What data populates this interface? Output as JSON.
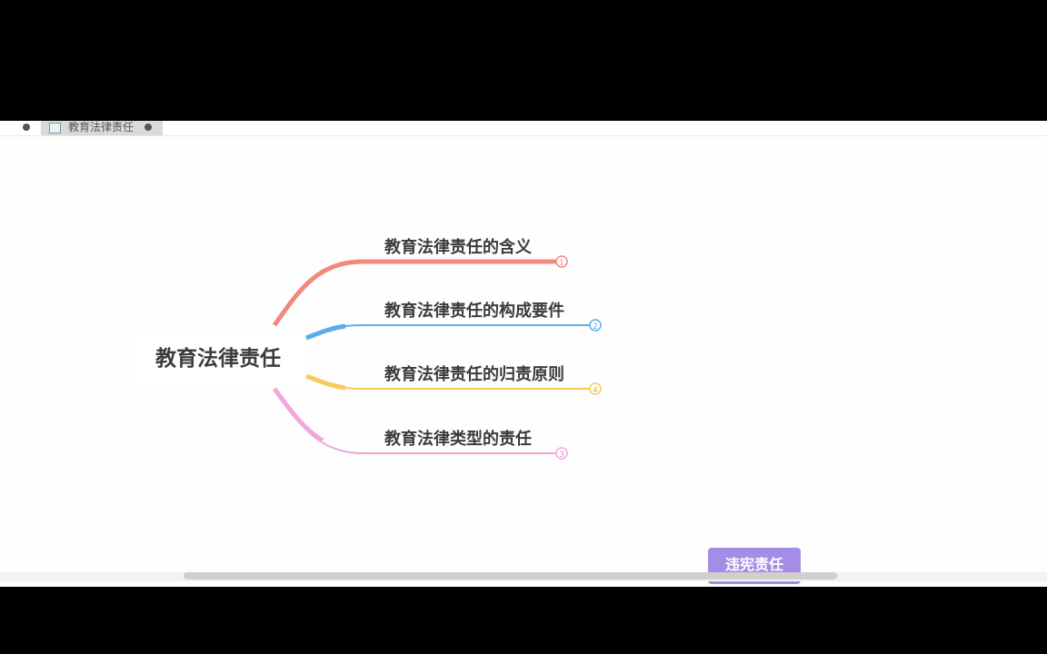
{
  "tab": {
    "title": "教育法律责任",
    "icon": "xmind-file-icon"
  },
  "mindmap": {
    "root": "教育法律责任",
    "branches": [
      {
        "label": "教育法律责任的含义",
        "badge": "1",
        "color": "#f08a7e"
      },
      {
        "label": "教育法律责任的构成要件",
        "badge": "2",
        "color": "#5aaee8"
      },
      {
        "label": "教育法律责任的归责原则",
        "badge": "4",
        "color": "#f7cc5a"
      },
      {
        "label": "教育法律类型的责任",
        "badge": "3",
        "color": "#f0a8d8"
      }
    ],
    "partial_node": {
      "label": "违宪责任",
      "color": "#a58ce6"
    }
  }
}
